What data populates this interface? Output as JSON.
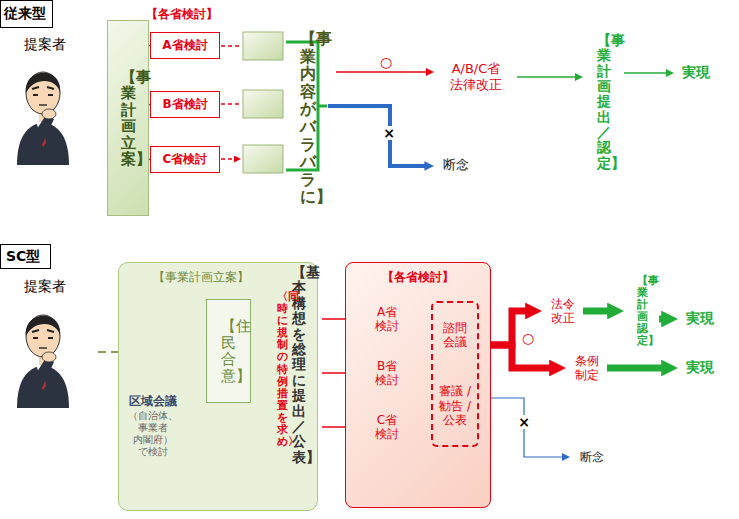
{
  "diagram": {
    "nodes": [
      {
        "text": [
          "【事業計画立案】"
        ]
      },
      {
        "text": [
          "A省検討"
        ]
      },
      {
        "text": [
          "B省検討"
        ]
      },
      {
        "text": [
          "C省検討"
        ]
      },
      {
        "text": [
          "【事業内容がバラバラに】"
        ]
      },
      {
        "text": [
          "A/B/C省 法律改正"
        ]
      },
      {
        "text": [
          "断念"
        ]
      },
      {
        "text": [
          "【事業計画提出／認定】"
        ]
      },
      {
        "text": [
          "実現"
        ]
      },
      {
        "text": [
          "【事業計画立案】"
        ]
      },
      {
        "text": [
          "区域会議",
          "（自治体、 事業者 内閣府） で検討"
        ],
        "in": 9
      },
      {
        "text": [
          "【住民合意】"
        ],
        "in": 9
      },
      {
        "text": [
          "【基本構想を総理に提出／公表】",
          "〈同時に規制の特例措置を求め〉"
        ],
        "in": 9
      },
      {
        "text": [
          "【各省検討】"
        ]
      },
      {
        "text": [
          "A省 検討"
        ],
        "in": 13
      },
      {
        "text": [
          "B省 検討"
        ],
        "in": 13
      },
      {
        "text": [
          "C省 検討"
        ],
        "in": 13
      },
      {
        "text": [
          "諮問 会議",
          "審議 /勧告 /公表"
        ],
        "in": 13
      },
      {
        "text": [
          "法令 改正"
        ]
      },
      {
        "text": [
          "条例 制定"
        ]
      },
      {
        "text": [
          "【事業計画認定】"
        ]
      },
      {
        "text": [
          "実現"
        ]
      },
      {
        "text": [
          "実現"
        ]
      },
      {
        "text": [
          "断念"
        ]
      }
    ],
    "edges": [
      {
        "from": 0,
        "to": 1,
        "arrow": "to"
      },
      {
        "from": 0,
        "to": 2,
        "arrow": "to"
      },
      {
        "from": 0,
        "to": 3,
        "arrow": "to"
      },
      {
        "from": 4,
        "to": 5,
        "label": "○",
        "arrow": "to"
      },
      {
        "from": 4,
        "to": 6,
        "label": "×",
        "arrow": "to"
      },
      {
        "from": 5,
        "to": 7,
        "arrow": "to"
      },
      {
        "from": 7,
        "to": 8,
        "arrow": "to"
      },
      {
        "from": 12,
        "to": 14,
        "arrow": "to"
      },
      {
        "from": 12,
        "to": 15,
        "arrow": "to"
      },
      {
        "from": 12,
        "to": 16,
        "arrow": "to"
      },
      {
        "from": 14,
        "to": 17,
        "arrow": "to"
      },
      {
        "from": 15,
        "to": 17,
        "arrow": "to"
      },
      {
        "from": 16,
        "to": 17,
        "arrow": "to"
      },
      {
        "from": 17,
        "to": 18,
        "label": "○",
        "arrow": "to"
      },
      {
        "from": 17,
        "to": 19,
        "arrow": "to"
      },
      {
        "from": 17,
        "to": 23,
        "label": "×",
        "arrow": "to"
      },
      {
        "from": 18,
        "to": 20,
        "arrow": "to"
      },
      {
        "from": 20,
        "to": 21,
        "arrow": "to"
      },
      {
        "from": 19,
        "to": 22,
        "arrow": "to"
      }
    ],
    "labels": [
      "従来型",
      "提案者",
      "【各省検討】",
      "SC型",
      "提案者"
    ]
  }
}
